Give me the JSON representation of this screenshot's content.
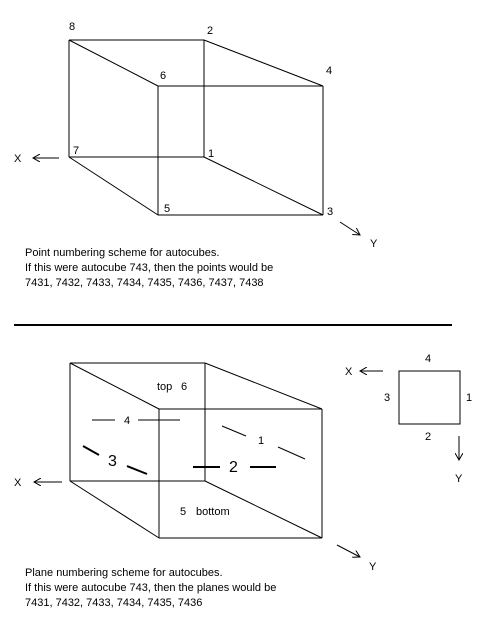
{
  "top_diagram": {
    "point_labels": [
      "1",
      "2",
      "3",
      "4",
      "5",
      "6",
      "7",
      "8"
    ],
    "axis_x": "X",
    "axis_y": "Y",
    "caption_lines": [
      "Point numbering scheme for autocubes.",
      "If this were autocube 743, then the points would be",
      "7431, 7432, 7433, 7434, 7435, 7436, 7437, 7438"
    ]
  },
  "bottom_diagram": {
    "face_top": "top",
    "face_top_num": "6",
    "face_bottom_num": "5",
    "face_bottom": "bottom",
    "face_1": "1",
    "face_2": "2",
    "face_3": "3",
    "face_4": "4",
    "axis_x": "X",
    "axis_y": "Y",
    "caption_lines": [
      "Plane numbering scheme for autocubes.",
      "If this were autocube 743, then the planes would be",
      "7431, 7432, 7433, 7434, 7435, 7436"
    ]
  },
  "legend_square": {
    "side_4": "4",
    "side_1": "1",
    "side_2": "2",
    "side_3": "3",
    "axis_x": "X",
    "axis_y": "Y"
  }
}
